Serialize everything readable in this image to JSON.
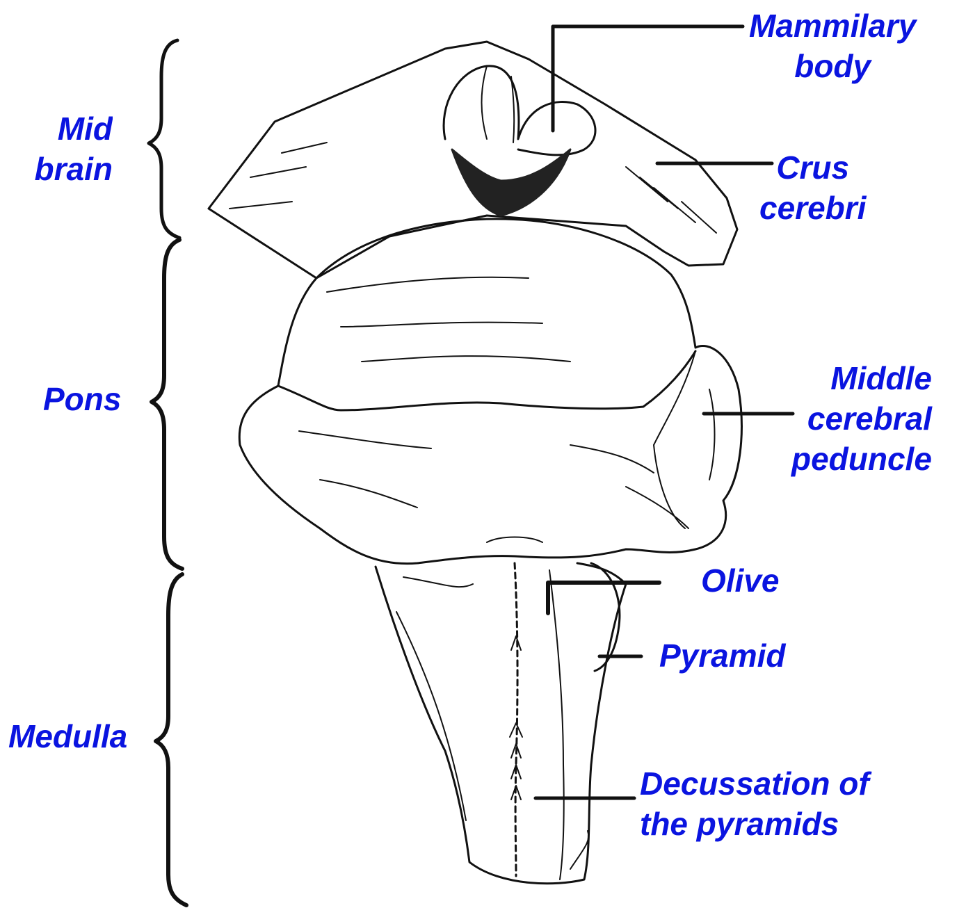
{
  "label_color": "#0a14e0",
  "labels": {
    "mammilary_body": [
      "Mammilary",
      "body"
    ],
    "crus_cerebri": [
      "Crus",
      "cerebri"
    ],
    "middle_cerebral_peduncle": [
      "Middle",
      "cerebral",
      "peduncle"
    ],
    "olive": [
      "Olive"
    ],
    "pyramid": [
      "Pyramid"
    ],
    "decussation": [
      "Decussation of",
      "the pyramids"
    ],
    "midbrain": [
      "Mid",
      "brain"
    ],
    "pons": [
      "Pons"
    ],
    "medulla": [
      "Medulla"
    ]
  }
}
